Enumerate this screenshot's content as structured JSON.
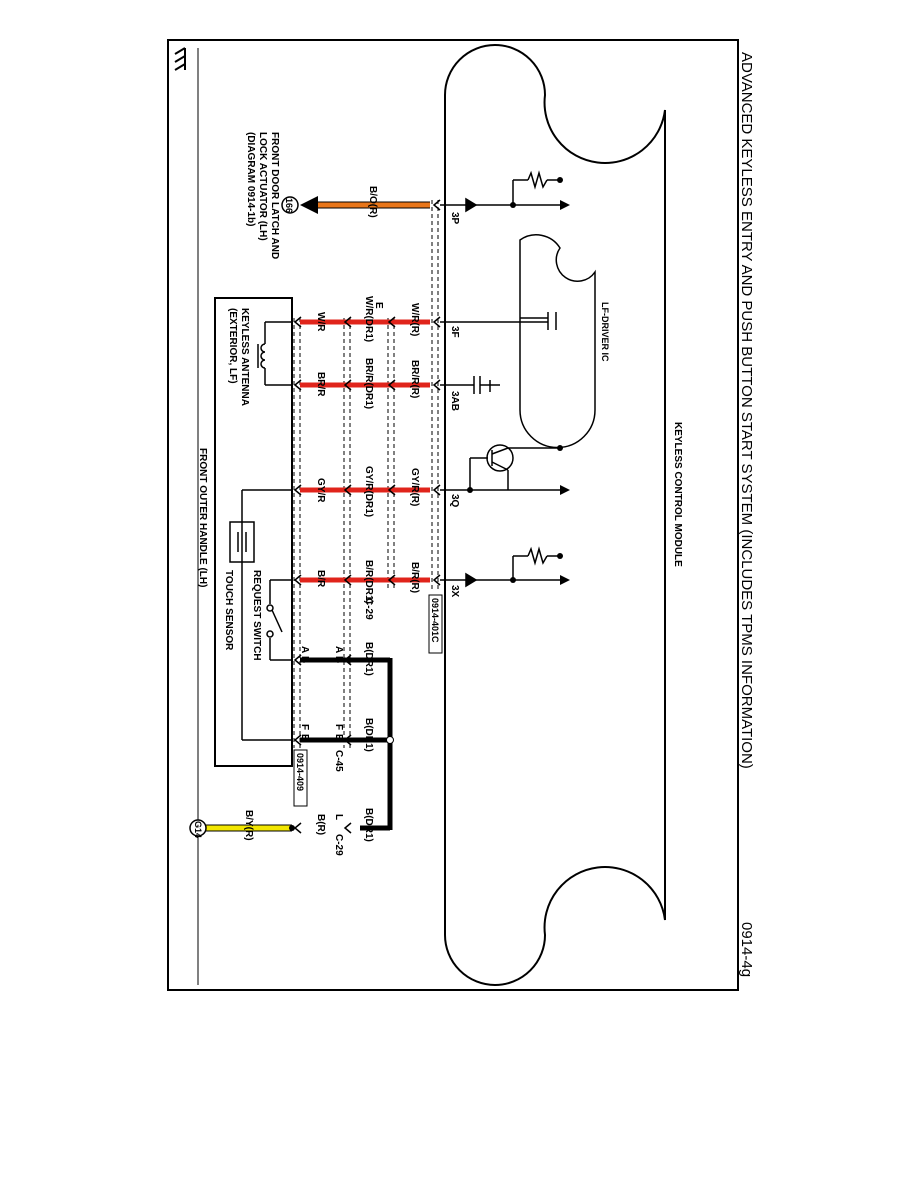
{
  "title": "ADVANCED KEYLESS ENTRY AND PUSH BUTTON START SYSTEM (INCLUDES TPMS INFORMATION)",
  "page_code": "0914-4g",
  "module": {
    "name": "KEYLESS CONTROL MODULE",
    "ic": "LF-DRIVER IC",
    "pins": [
      "3P",
      "3F",
      "3AB",
      "3Q",
      "3X"
    ],
    "connector_ref": "0914-401C"
  },
  "wires_module_side": [
    "B/O(R)",
    "W/R(R)",
    "BR/R(R)",
    "GY/R(R)",
    "B/R(R)"
  ],
  "splice_labels": [
    "E",
    "W/R(DR1)",
    "BR/R(DR1)",
    "GY/R(DR1)",
    "B/R(DR1)",
    "C-29"
  ],
  "wires_antenna_side": [
    "W/R",
    "BR/R",
    "GY/R",
    "B/R"
  ],
  "ground_wires": {
    "top": [
      "B(DR1)",
      "B(DR1)",
      "B(DR1)"
    ],
    "pins_a": [
      "A",
      "B",
      "A",
      "B"
    ],
    "pins_f": [
      "F",
      "B",
      "F",
      "B"
    ],
    "conn_c45": "C-45",
    "conn_ref_409": "0914-409",
    "pin_l": "L",
    "br_wire": "B(R)",
    "conn_c29": "C-29",
    "by_wire": "B/Y(R)",
    "ground_id": "G14"
  },
  "latch": {
    "ref": "166",
    "label_lines": [
      "FRONT DOOR LATCH AND",
      "LOCK ACTUATOR (LH)",
      "(DIAGRAM 0914-1b)"
    ]
  },
  "antenna": {
    "label_lines": [
      "KEYLESS ANTENNA",
      "(EXTERIOR, LF)"
    ]
  },
  "request_switch": "REQUEST SWITCH",
  "touch_sensor": "TOUCH SENSOR",
  "handle": "FRONT OUTER HANDLE (LH)",
  "colors": {
    "orange": "#e8761a",
    "red": "#e0241b",
    "yellow": "#f2e600",
    "black": "#000000"
  }
}
